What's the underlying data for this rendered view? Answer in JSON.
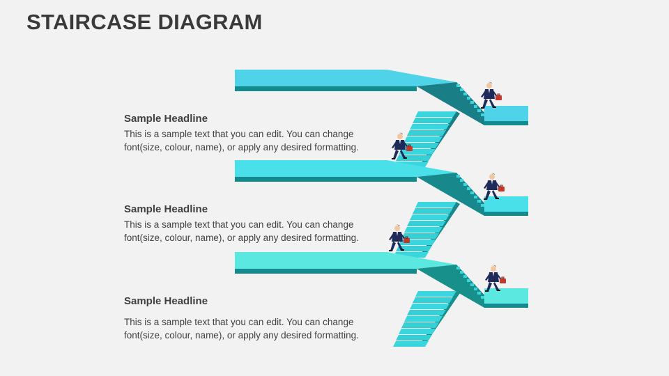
{
  "title": "STAIRCASE DIAGRAM",
  "items": [
    {
      "headline": "Sample Headline",
      "text_line1": "This is a sample text that you can edit. You can change",
      "text_line2": "font(size, colour, name), or apply any desired formatting."
    },
    {
      "headline": "Sample Headline",
      "text_line1": "This is a sample text that you can edit. You can change",
      "text_line2": "font(size, colour, name), or apply any desired formatting."
    },
    {
      "headline": "Sample Headline",
      "text_line1": "This is a sample text that you can edit. You can change",
      "text_line2": "font(size, colour, name), or apply any desired formatting."
    }
  ],
  "colors": {
    "platform_top_1": "#4fd3e8",
    "platform_top_2": "#49e0ea",
    "platform_top_3": "#5ae8e0",
    "platform_side": "#138a8e",
    "stair_light": "#3ad5dd",
    "stair_dark": "#1a8f92",
    "suit": "#1e2a5a",
    "briefcase": "#c0392b"
  }
}
